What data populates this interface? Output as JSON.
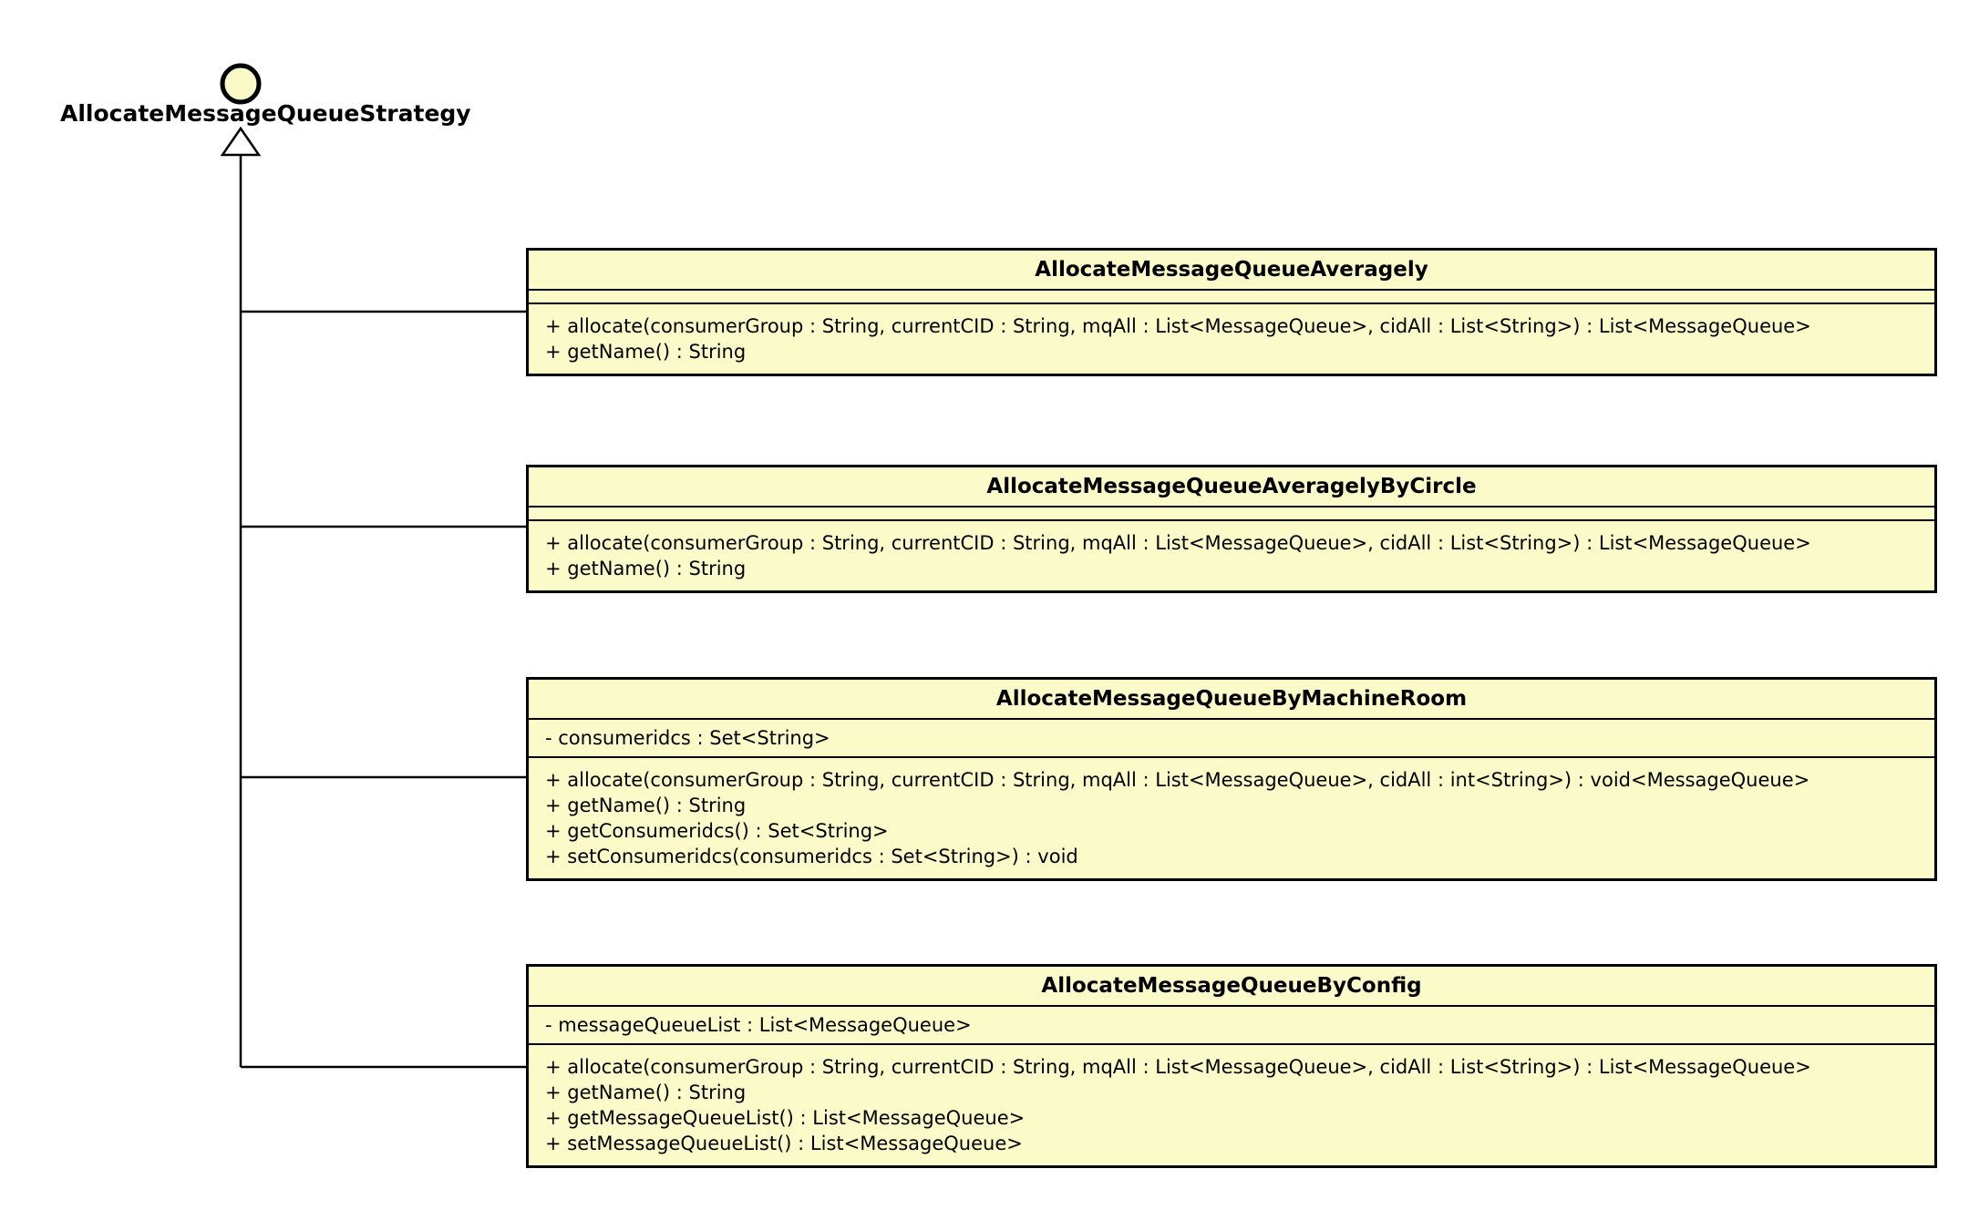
{
  "diagram": {
    "type": "uml-class-diagram",
    "interface": {
      "name": "AllocateMessageQueueStrategy",
      "notation": "lollipop-circle with hollow realization triangle"
    },
    "classes": [
      {
        "title": "AllocateMessageQueueAveragely",
        "attributes": [],
        "methods": [
          "+ allocate(consumerGroup : String, currentCID : String, mqAll : List<MessageQueue>, cidAll : List<String>) : List<MessageQueue>",
          "+ getName() : String"
        ]
      },
      {
        "title": "AllocateMessageQueueAveragelyByCircle",
        "attributes": [],
        "methods": [
          "+ allocate(consumerGroup : String, currentCID : String, mqAll : List<MessageQueue>, cidAll : List<String>) : List<MessageQueue>",
          "+ getName() : String"
        ]
      },
      {
        "title": "AllocateMessageQueueByMachineRoom",
        "attributes": [
          "- consumeridcs : Set<String>"
        ],
        "methods": [
          "+ allocate(consumerGroup : String, currentCID : String, mqAll : List<MessageQueue>, cidAll : int<String>) : void<MessageQueue>",
          "+ getName() : String",
          "+ getConsumeridcs() : Set<String>",
          "+ setConsumeridcs(consumeridcs : Set<String>) : void"
        ]
      },
      {
        "title": "AllocateMessageQueueByConfig",
        "attributes": [
          "- messageQueueList : List<MessageQueue>"
        ],
        "methods": [
          "+ allocate(consumerGroup : String, currentCID : String, mqAll : List<MessageQueue>, cidAll : List<String>) : List<MessageQueue>",
          "+ getName() : String",
          "+ getMessageQueueList() : List<MessageQueue>",
          "+ setMessageQueueList() : List<MessageQueue>"
        ]
      }
    ],
    "colors": {
      "node_fill": "#FBFBC9",
      "lollipop_fill": "#FAFAC8",
      "border": "#000000",
      "line": "#000000",
      "background": "#FFFFFF",
      "arrow_fill": "#FFFFFF"
    }
  }
}
